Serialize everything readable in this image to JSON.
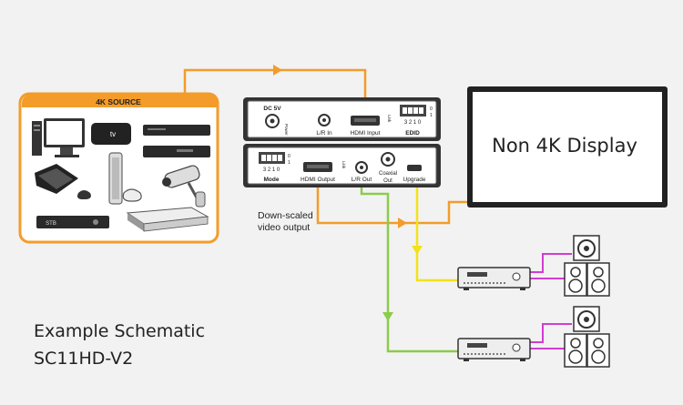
{
  "source_box": {
    "title": "4K SOURCE",
    "appletv_label": "tv",
    "stb_label": "STB"
  },
  "extender": {
    "top": {
      "dc": "DC 5V",
      "power": "Power",
      "lr_in": "L/R In",
      "hdmi_in": "HDMI Input",
      "link": "Link",
      "edid": "EDID",
      "digits": "3 2 1 0",
      "sw_on": "0",
      "sw_off": "1"
    },
    "bottom": {
      "mode_digits": "3 2 1 0",
      "mode": "Mode",
      "sw_on": "0",
      "sw_off": "1",
      "hdmi_out": "HDMI Output",
      "link": "Link",
      "lr_out": "L/R Out",
      "coax": "Coaxial",
      "coax2": "Out",
      "upgrade": "Upgrade"
    }
  },
  "display": {
    "label": "Non 4K Display"
  },
  "note": {
    "line1": "Down-scaled",
    "line2": "video output"
  },
  "caption": {
    "line1": "Example Schematic",
    "line2": "SC11HD-V2"
  },
  "colors": {
    "hdmi": "#f39c2a",
    "coax": "#f2e21a",
    "analog": "#8ccc4a",
    "speaker_wire": "#d33bd3"
  }
}
